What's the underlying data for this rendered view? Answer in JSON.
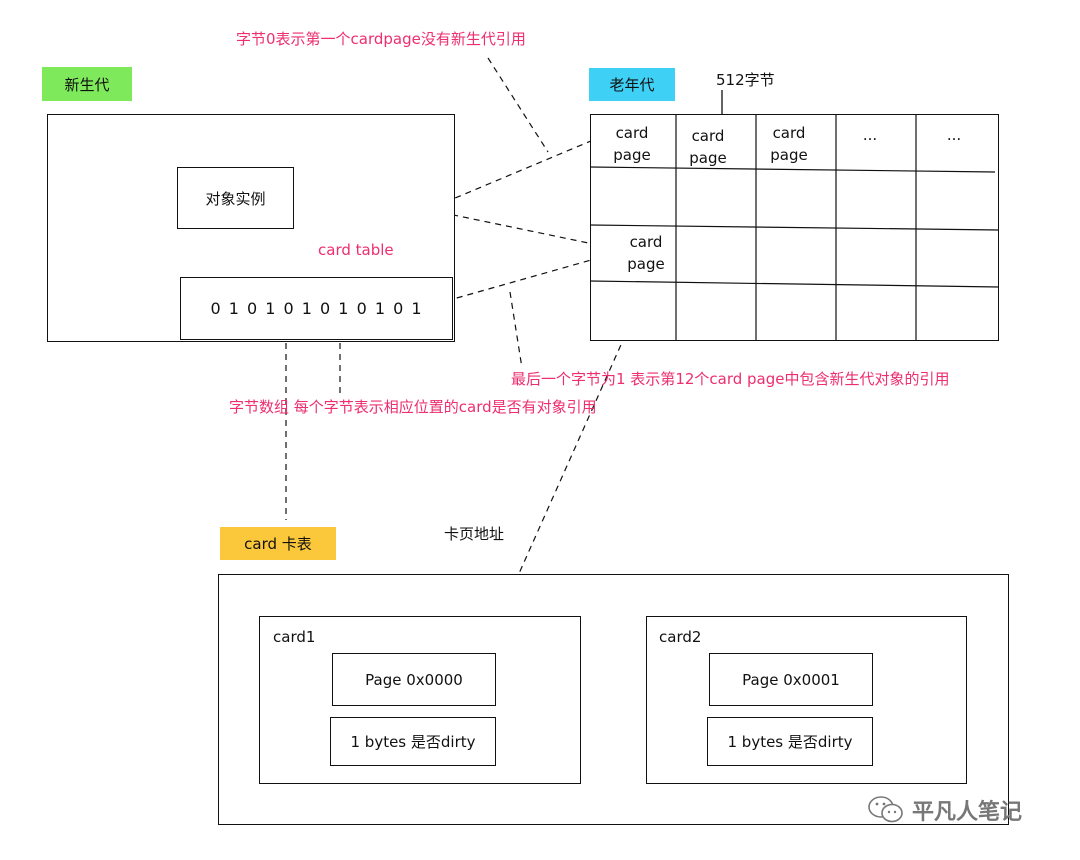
{
  "young_gen": {
    "label": "新生代",
    "object_instance": "对象实例",
    "card_table_label": "card table",
    "card_table_bits": "0 1 0 1 0 1 0 1 0 1 0 1",
    "tag_color": "#7ee95a"
  },
  "old_gen": {
    "label": "老年代",
    "tag_color": "#3fd0f5",
    "page_size_note": "512字节",
    "header_cells": [
      "card\npage",
      "card\npage",
      "card\npage",
      "...",
      "..."
    ],
    "inner_card_page": "card\npage"
  },
  "annotations": {
    "first_byte": "字节0表示第一个cardpage没有新生代引用",
    "last_byte": "最后一个字节为1 表示第12个card page中包含新生代对象的引用",
    "byte_array": "字节数组  每个字节表示相应位置的card是否有对象引用",
    "card_page_address": "卡页地址",
    "color": "#ee2e6e"
  },
  "card_table_section": {
    "label": "card 卡表",
    "tag_color": "#fcc83b",
    "cards": [
      {
        "name": "card1",
        "page": "Page 0x0000",
        "dirty": "1 bytes 是否dirty"
      },
      {
        "name": "card2",
        "page": "Page 0x0001",
        "dirty": "1 bytes 是否dirty"
      }
    ]
  },
  "watermark": "平凡人笔记"
}
